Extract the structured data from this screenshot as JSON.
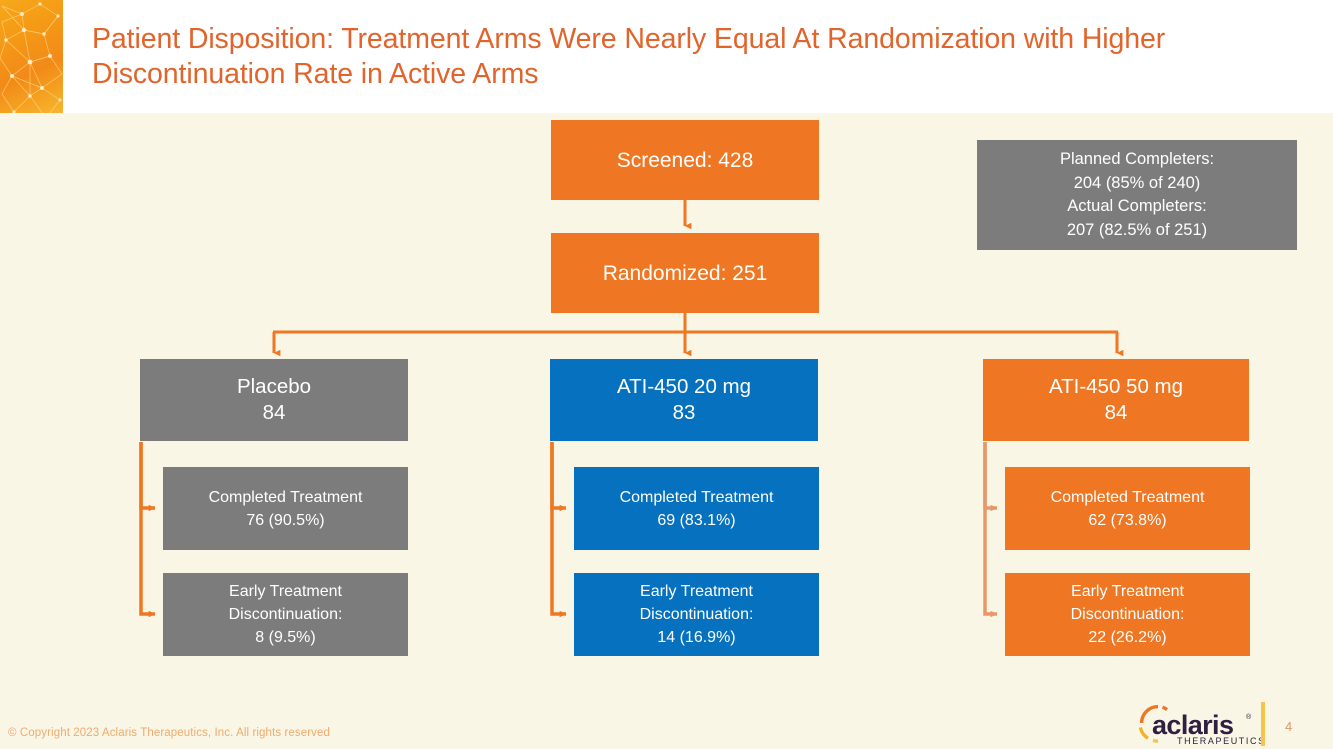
{
  "slide": {
    "title": "Patient Disposition: Treatment Arms Were Nearly Equal At Randomization with Higher Discontinuation Rate in Active Arms",
    "background_color": "#faf6e6",
    "header_background_color": "#ffffff",
    "title_color": "#e1642c"
  },
  "colors": {
    "orange": "#ef7622",
    "blue": "#0571bf",
    "gray": "#7c7c7c",
    "connector_orange": "#ef7622",
    "cream": "#faf6e6",
    "logo_navy": "#2d2040",
    "logo_gold": "#f5c44b",
    "logo_orange": "#ef7622"
  },
  "flow": {
    "screened": {
      "label": "Screened: 428",
      "fill": "#ef7622"
    },
    "randomized": {
      "label": "Randomized: 251",
      "fill": "#ef7622"
    },
    "note": {
      "fill": "#7c7c7c",
      "lines": [
        "Planned Completers:",
        "204 (85% of 240)",
        "Actual Completers:",
        "207 (82.5% of 251)"
      ]
    },
    "arms": [
      {
        "id": "placebo",
        "fill": "#7c7c7c",
        "head_lines": [
          "Placebo",
          "84"
        ],
        "completed_lines": [
          "Completed Treatment",
          "76 (90.5%)"
        ],
        "early_lines": [
          "Early Treatment",
          "Discontinuation:",
          "8 (9.5%)"
        ]
      },
      {
        "id": "ati-450-20mg",
        "fill": "#0571bf",
        "head_lines": [
          "ATI-450 20 mg",
          "83"
        ],
        "completed_lines": [
          "Completed Treatment",
          "69 (83.1%)"
        ],
        "early_lines": [
          "Early Treatment",
          "Discontinuation:",
          "14 (16.9%)"
        ]
      },
      {
        "id": "ati-450-50mg",
        "fill": "#ef7622",
        "head_lines": [
          "ATI-450 50 mg",
          "84"
        ],
        "completed_lines": [
          "Completed Treatment",
          "62 (73.8%)"
        ],
        "early_lines": [
          "Early Treatment",
          "Discontinuation:",
          "22 (26.2%)"
        ]
      }
    ]
  },
  "footer": {
    "copyright": "© Copyright 2023 Aclaris Therapeutics, Inc. All rights reserved",
    "page_number": "4",
    "logo": {
      "wordmark": "aclaris",
      "tagline": "THERAPEUTICS",
      "trademark": "®"
    }
  },
  "chart_data": {
    "type": "diagram",
    "title": "Patient Disposition CONSORT Flow",
    "nodes": [
      {
        "id": "screened",
        "label": "Screened",
        "value": 428
      },
      {
        "id": "randomized",
        "label": "Randomized",
        "value": 251
      },
      {
        "id": "placebo",
        "label": "Placebo",
        "value": 84
      },
      {
        "id": "ati20",
        "label": "ATI-450 20 mg",
        "value": 83
      },
      {
        "id": "ati50",
        "label": "ATI-450 50 mg",
        "value": 84
      },
      {
        "id": "placebo_completed",
        "label": "Completed Treatment",
        "value": 76,
        "percent": 90.5
      },
      {
        "id": "placebo_early",
        "label": "Early Treatment Discontinuation",
        "value": 8,
        "percent": 9.5
      },
      {
        "id": "ati20_completed",
        "label": "Completed Treatment",
        "value": 69,
        "percent": 83.1
      },
      {
        "id": "ati20_early",
        "label": "Early Treatment Discontinuation",
        "value": 14,
        "percent": 16.9
      },
      {
        "id": "ati50_completed",
        "label": "Completed Treatment",
        "value": 62,
        "percent": 73.8
      },
      {
        "id": "ati50_early",
        "label": "Early Treatment Discontinuation",
        "value": 22,
        "percent": 26.2
      }
    ],
    "edges": [
      [
        "screened",
        "randomized"
      ],
      [
        "randomized",
        "placebo"
      ],
      [
        "randomized",
        "ati20"
      ],
      [
        "randomized",
        "ati50"
      ],
      [
        "placebo",
        "placebo_completed"
      ],
      [
        "placebo",
        "placebo_early"
      ],
      [
        "ati20",
        "ati20_completed"
      ],
      [
        "ati20",
        "ati20_early"
      ],
      [
        "ati50",
        "ati50_completed"
      ],
      [
        "ati50",
        "ati50_early"
      ]
    ],
    "annotations": {
      "planned_completers": 204,
      "planned_completers_percent": 85,
      "planned_completers_of": 240,
      "actual_completers": 207,
      "actual_completers_percent": 82.5,
      "actual_completers_of": 251
    }
  }
}
